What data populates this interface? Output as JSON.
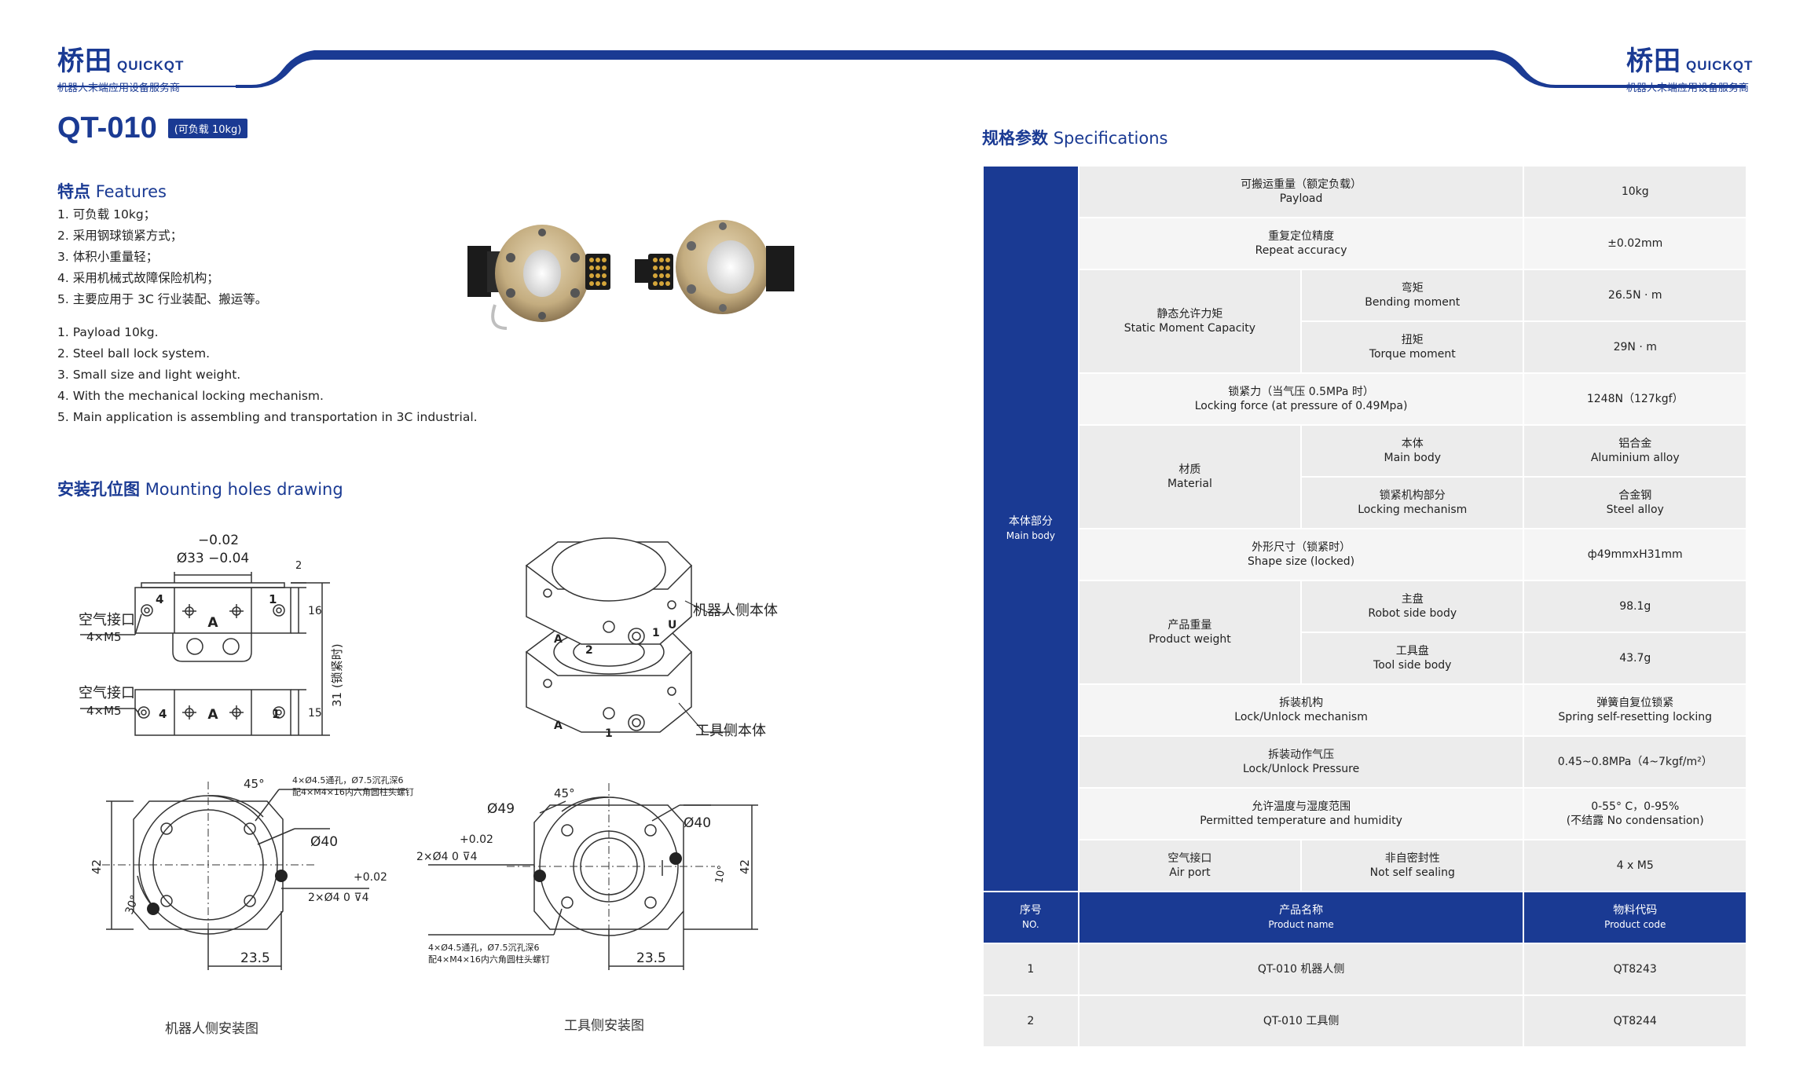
{
  "brand": {
    "name_cn": "桥田",
    "name_en": "QUICKQT",
    "tagline": "机器人末端应用设备服务商",
    "color": "#1a3a93"
  },
  "model": {
    "name": "QT-010",
    "badge": "(可负载 10kg)"
  },
  "features": {
    "title_cn": "特点",
    "title_en": "Features",
    "items_cn": [
      "1. 可负载 10kg；",
      "2. 采用钢球锁紧方式；",
      "3. 体积小重量轻；",
      "4. 采用机械式故障保险机构；",
      "5. 主要应用于 3C 行业装配、搬运等。"
    ],
    "items_en": [
      "1. Payload 10kg.",
      "2. Steel ball lock system.",
      "3. Small size and  light weight.",
      "4. With the mechanical locking mechanism.",
      "5. Main application is assembling and transportation in 3C industrial."
    ]
  },
  "mounting": {
    "title_cn": "安装孔位图",
    "title_en": "Mounting holes drawing",
    "robot_caption": "机器人侧安装图",
    "tool_caption": "工具侧安装图",
    "labels": {
      "air_port": "空气接口",
      "m5": "4×M5",
      "robot_body": "机器人侧本体",
      "tool_body": "工具侧本体",
      "tol_top": "−0.02",
      "dim_33": "Ø33 −0.04",
      "dim_16": "16",
      "dim_15": "15",
      "dim_2": "2",
      "dim_31": "31 (锁紧时)",
      "letter_a": "A",
      "num_4": "4",
      "num_1": "1",
      "num_2": "2",
      "letter_u": "U",
      "angle_45": "45°",
      "angle_30": "30°",
      "angle_10": "10°",
      "dia_40": "Ø40",
      "dia_49": "Ø49",
      "dim_42": "42",
      "dim_23_5": "23.5",
      "hole_note_1": "4×Ø4.5通孔，Ø7.5沉孔深6",
      "hole_note_2": "配4×M4×16内六角圆柱头螺钉",
      "pin_plus": "+0.02",
      "pin_dim": "2×Ø4  0   ⊽4"
    }
  },
  "specs": {
    "title_cn": "规格参数",
    "title_en": "Specifications",
    "body_cn": "本体部分",
    "body_en": "Main body",
    "rows": {
      "payload": {
        "cn": "可搬运重量（额定负载）",
        "en": "Payload",
        "value": "10kg"
      },
      "repeat": {
        "cn": "重复定位精度",
        "en": "Repeat accuracy",
        "value": "±0.02mm"
      },
      "static": {
        "cn": "静态允许力矩",
        "en": "Static Moment Capacity"
      },
      "bending": {
        "cn": "弯矩",
        "en": "Bending moment",
        "value": "26.5N · m"
      },
      "torque": {
        "cn": "扭矩",
        "en": "Torque moment",
        "value": "29N · m"
      },
      "locking": {
        "cn": "锁紧力（当气压 0.5MPa 时）",
        "en": "Locking force (at pressure of 0.49Mpa)",
        "value": "1248N（127kgf）"
      },
      "material": {
        "cn": "材质",
        "en": "Material"
      },
      "main_body": {
        "cn": "本体",
        "en": "Main body",
        "value_cn": "铝合金",
        "value_en": "Aluminium alloy"
      },
      "lock_mech": {
        "cn": "锁紧机构部分",
        "en": "Locking mechanism",
        "value_cn": "合金钢",
        "value_en": "Steel alloy"
      },
      "shape": {
        "cn": "外形尺寸（锁紧时）",
        "en": "Shape size (locked)",
        "value": "ф49mmxH31mm"
      },
      "weight": {
        "cn": "产品重量",
        "en": "Product weight"
      },
      "robot_side": {
        "cn": "主盘",
        "en": "Robot side body",
        "value": "98.1g"
      },
      "tool_side": {
        "cn": "工具盘",
        "en": "Tool side body",
        "value": "43.7g"
      },
      "unlock_mech": {
        "cn": "拆装机构",
        "en": "Lock/Unlock mechanism",
        "value_cn": "弹簧自复位锁紧",
        "value_en": "Spring self-resetting locking"
      },
      "unlock_pressure": {
        "cn": "拆装动作气压",
        "en": "Lock/Unlock Pressure",
        "value": "0.45~0.8MPa（4~7kgf/m²）"
      },
      "temperature": {
        "cn": "允许温度与湿度范围",
        "en": "Permitted temperature and humidity",
        "value_1": "0-55° C，0-95%",
        "value_2": "(不结露 No condensation)"
      },
      "air_port": {
        "cn": "空气接口",
        "en": "Air port",
        "seal_cn": "非自密封性",
        "seal_en": "Not self  sealing",
        "value": "4 x M5"
      }
    },
    "order_header": {
      "no_cn": "序号",
      "no_en": "NO.",
      "name_cn": "产品名称",
      "name_en": "Product name",
      "code_cn": "物料代码",
      "code_en": "Product code"
    },
    "order_rows": [
      {
        "no": "1",
        "name": "QT-010 机器人侧",
        "code": "QT8243"
      },
      {
        "no": "2",
        "name": "QT-010 工具侧",
        "code": "QT8244"
      }
    ]
  }
}
